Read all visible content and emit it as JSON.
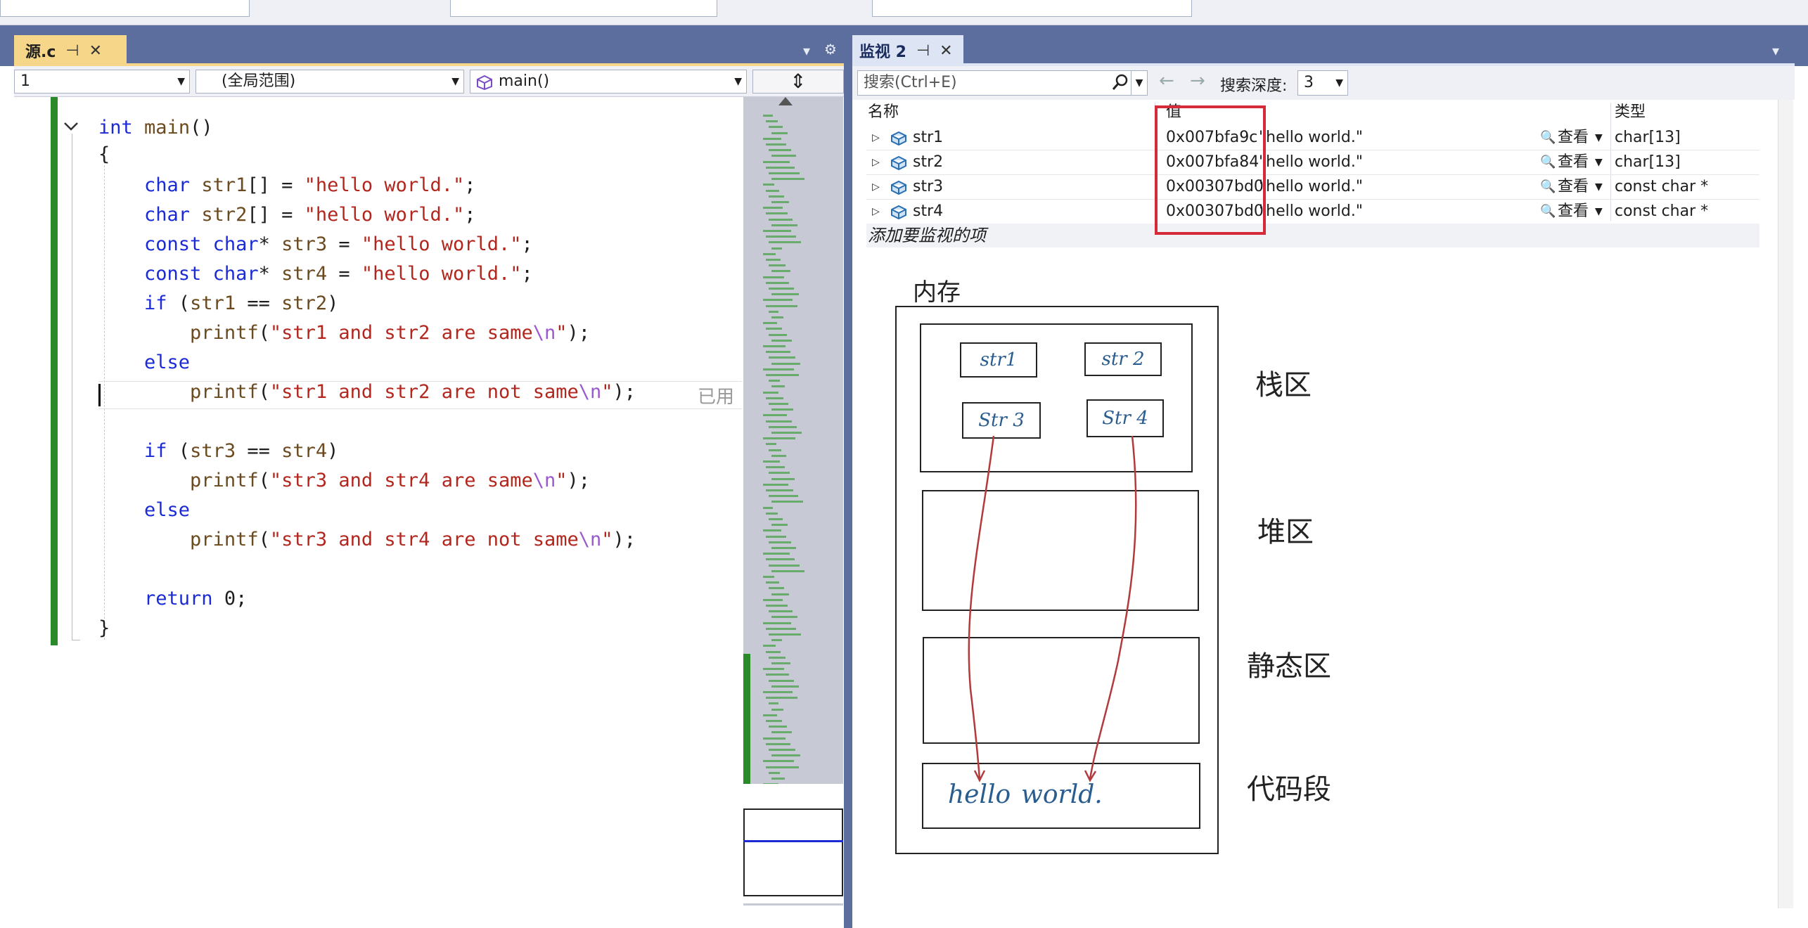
{
  "editor": {
    "tab": {
      "title": "源.c",
      "pin": "⊣",
      "close": "✕"
    },
    "nav": {
      "project": "1",
      "scope": "(全局范围)",
      "function": "main()",
      "split": "⇕"
    },
    "ghost_text": "已用",
    "code": [
      [
        {
          "t": "int",
          "c": "kw"
        },
        {
          "t": " ",
          "c": "plain"
        },
        {
          "t": "main",
          "c": "fn"
        },
        {
          "t": "()",
          "c": "plain"
        }
      ],
      [
        {
          "t": "{",
          "c": "plain"
        }
      ],
      [
        {
          "t": "    ",
          "c": "plain"
        },
        {
          "t": "char",
          "c": "kw"
        },
        {
          "t": " ",
          "c": "plain"
        },
        {
          "t": "str1",
          "c": "fn"
        },
        {
          "t": "[] = ",
          "c": "plain"
        },
        {
          "t": "\"hello world.\"",
          "c": "str"
        },
        {
          "t": ";",
          "c": "plain"
        }
      ],
      [
        {
          "t": "    ",
          "c": "plain"
        },
        {
          "t": "char",
          "c": "kw"
        },
        {
          "t": " ",
          "c": "plain"
        },
        {
          "t": "str2",
          "c": "fn"
        },
        {
          "t": "[] = ",
          "c": "plain"
        },
        {
          "t": "\"hello world.\"",
          "c": "str"
        },
        {
          "t": ";",
          "c": "plain"
        }
      ],
      [
        {
          "t": "    ",
          "c": "plain"
        },
        {
          "t": "const char",
          "c": "kw"
        },
        {
          "t": "* ",
          "c": "plain"
        },
        {
          "t": "str3",
          "c": "fn"
        },
        {
          "t": " = ",
          "c": "plain"
        },
        {
          "t": "\"hello world.\"",
          "c": "str"
        },
        {
          "t": ";",
          "c": "plain"
        }
      ],
      [
        {
          "t": "    ",
          "c": "plain"
        },
        {
          "t": "const char",
          "c": "kw"
        },
        {
          "t": "* ",
          "c": "plain"
        },
        {
          "t": "str4",
          "c": "fn"
        },
        {
          "t": " = ",
          "c": "plain"
        },
        {
          "t": "\"hello world.\"",
          "c": "str"
        },
        {
          "t": ";",
          "c": "plain"
        }
      ],
      [
        {
          "t": "    ",
          "c": "plain"
        },
        {
          "t": "if",
          "c": "kw"
        },
        {
          "t": " (",
          "c": "plain"
        },
        {
          "t": "str1",
          "c": "fn"
        },
        {
          "t": " == ",
          "c": "plain"
        },
        {
          "t": "str2",
          "c": "fn"
        },
        {
          "t": ")",
          "c": "plain"
        }
      ],
      [
        {
          "t": "        ",
          "c": "plain"
        },
        {
          "t": "printf",
          "c": "fn"
        },
        {
          "t": "(",
          "c": "plain"
        },
        {
          "t": "\"str1 and str2 are same",
          "c": "str"
        },
        {
          "t": "\\n",
          "c": "esc"
        },
        {
          "t": "\"",
          "c": "str"
        },
        {
          "t": ");",
          "c": "plain"
        }
      ],
      [
        {
          "t": "    ",
          "c": "plain"
        },
        {
          "t": "else",
          "c": "kw"
        }
      ],
      [
        {
          "t": "        ",
          "c": "plain"
        },
        {
          "t": "printf",
          "c": "fn"
        },
        {
          "t": "(",
          "c": "plain"
        },
        {
          "t": "\"str1 and str2 are not same",
          "c": "str"
        },
        {
          "t": "\\n",
          "c": "esc"
        },
        {
          "t": "\"",
          "c": "str"
        },
        {
          "t": ");",
          "c": "plain"
        }
      ],
      [],
      [
        {
          "t": "    ",
          "c": "plain"
        },
        {
          "t": "if",
          "c": "kw"
        },
        {
          "t": " (",
          "c": "plain"
        },
        {
          "t": "str3",
          "c": "fn"
        },
        {
          "t": " == ",
          "c": "plain"
        },
        {
          "t": "str4",
          "c": "fn"
        },
        {
          "t": ")",
          "c": "plain"
        }
      ],
      [
        {
          "t": "        ",
          "c": "plain"
        },
        {
          "t": "printf",
          "c": "fn"
        },
        {
          "t": "(",
          "c": "plain"
        },
        {
          "t": "\"str3 and str4 are same",
          "c": "str"
        },
        {
          "t": "\\n",
          "c": "esc"
        },
        {
          "t": "\"",
          "c": "str"
        },
        {
          "t": ");",
          "c": "plain"
        }
      ],
      [
        {
          "t": "    ",
          "c": "plain"
        },
        {
          "t": "else",
          "c": "kw"
        }
      ],
      [
        {
          "t": "        ",
          "c": "plain"
        },
        {
          "t": "printf",
          "c": "fn"
        },
        {
          "t": "(",
          "c": "plain"
        },
        {
          "t": "\"str3 and str4 are not same",
          "c": "str"
        },
        {
          "t": "\\n",
          "c": "esc"
        },
        {
          "t": "\"",
          "c": "str"
        },
        {
          "t": ");",
          "c": "plain"
        }
      ],
      [],
      [
        {
          "t": "    ",
          "c": "plain"
        },
        {
          "t": "return",
          "c": "kw"
        },
        {
          "t": " 0;",
          "c": "plain"
        }
      ],
      [
        {
          "t": "}",
          "c": "plain"
        }
      ]
    ]
  },
  "watch": {
    "tab": {
      "title": "监视 2",
      "pin": "⊣",
      "close": "✕"
    },
    "toolbar": {
      "search_placeholder": "搜索(Ctrl+E)",
      "back": "←",
      "forward": "→",
      "depth_label": "搜索深度:",
      "depth_value": "3"
    },
    "columns": {
      "name": "名称",
      "value": "值",
      "type": "类型"
    },
    "rows": [
      {
        "name": "str1",
        "address": "0x007bfa9c",
        "text": "\"hello world.\"",
        "view": "查看",
        "type": "char[13]"
      },
      {
        "name": "str2",
        "address": "0x007bfa84",
        "text": "\"hello world.\"",
        "view": "查看",
        "type": "char[13]"
      },
      {
        "name": "str3",
        "address": "0x00307bd0",
        "text": "\"hello world.\"",
        "view": "查看",
        "type": "const char *"
      },
      {
        "name": "str4",
        "address": "0x00307bd0",
        "text": "\"hello world.\"",
        "view": "查看",
        "type": "const char *"
      }
    ],
    "add_item": "添加要监视的项"
  },
  "drawing": {
    "title": "内存",
    "regions": {
      "stack": "栈区",
      "heap": "堆区",
      "static": "静态区",
      "code": "代码段"
    },
    "cells": {
      "str1": "str1",
      "str2": "str 2",
      "str3": "Str 3",
      "str4": "Str 4"
    },
    "code_text": {
      "hello": "hello",
      "world": "world."
    }
  },
  "colors": {
    "accent": "#5b6e9e",
    "tab_active": "#f6d78a",
    "highlight_box": "#d42a3a",
    "keyword": "#1a2bd6",
    "string": "#b3261e",
    "arrow": "#b33a3a"
  }
}
